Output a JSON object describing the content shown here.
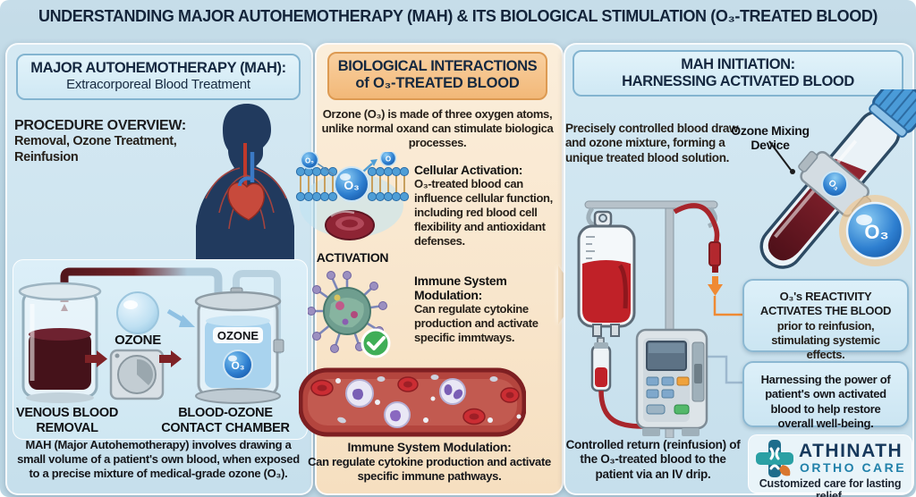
{
  "title": "UNDERSTANDING MAJOR AUTOHEMOTHERAPY (MAH) & ITS BIOLOGICAL STIMULATION (O₃-TREATED BLOOD)",
  "left": {
    "header_line1": "MAJOR AUTOHEMOTHERAPY (MAH):",
    "header_line2": "Extracorporeal Blood Treatment",
    "overview_title": "PROCEDURE OVERVIEW:",
    "overview_line1": "Removal, Ozone Treatment,",
    "overview_line2": "Reinfusion",
    "ozone_label": "OZONE",
    "chamber_ozone_label": "OZONE",
    "chamber_o3": "O₃",
    "venous_line1": "VENOUS BLOOD",
    "venous_line2": "REMOVAL",
    "chamber_line1": "BLOOD-OZONE",
    "chamber_line2": "CONTACT CHAMBER",
    "caption": "MAH (Major Autohemotherapy) involves drawing a small volume of a patient's own blood, when exposed to a precise mixture of medical-grade ozone (O₃)."
  },
  "middle": {
    "header_line1": "BIOLOGICAL INTERACTIONS",
    "header_line2": "of O₃-TREATED BLOOD",
    "intro": "Orzone (O₃) is made of three oxygen atoms, unlike normal oxand can stimulate biologica processes.",
    "molecule_o5": "O₅",
    "molecule_o3": "O₃",
    "molecule_o": "O",
    "activation_label": "ACTIVATION",
    "cellular_title": "Cellular Activation:",
    "cellular_text": "O₃-treated blood can influence cellular function, including red blood cell flexibility and antioxidant defenses.",
    "immune_title": "Immune System Modulation:",
    "immune_text": "Can regulate cytokine production and activate specific immtways.",
    "vessel_title": "Immune System Modulation:",
    "vessel_text": "Can regulate cytokine production and activate specific immune pathways."
  },
  "right": {
    "header_line1": "MAH INITIATION:",
    "header_line2": "HARNESSING ACTIVATED BLOOD",
    "intro": "Precisely controlled blood draw and ozone mixture, forming a unique treated blood solution.",
    "mixing_device_line1": "Ozone Mixing",
    "mixing_device_line2": "Device",
    "device_o3": "O₃",
    "big_o3": "O₃",
    "box1_bold": "O₃'s REACTIVITY ACTIVATES THE BLOOD",
    "box1_rest": " prior to reinfusion, stimulating systemic effects.",
    "box2": "Harnessing the power of patient's own activated blood to help restore overall well-being.",
    "caption": "Controlled return (reinfusion) of the O₃-treated blood to the patient via an IV drip.",
    "logo": {
      "name": "ATHINATH",
      "sub": "ORTHO CARE",
      "tagline": "Customized care for lasting relief."
    }
  },
  "colors": {
    "accent_orange": "#ef8a33",
    "panel_blue": "#d6ecf6",
    "panel_peach": "#f6dfc0",
    "blood_red": "#c02128",
    "ozone_blue": "#1565c0",
    "check_green": "#3fae57"
  }
}
